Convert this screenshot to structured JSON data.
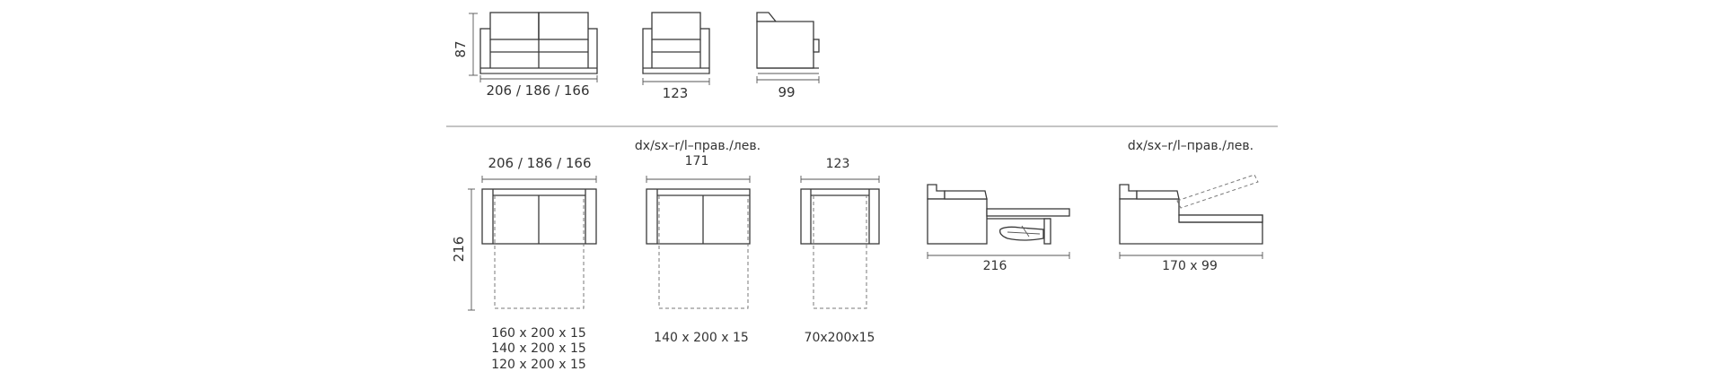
{
  "top_views": {
    "sofa_height": "87",
    "sofa_widths": "206 / 186 / 166",
    "armchair_width": "123",
    "side_depth": "99"
  },
  "plan_views": {
    "sofa_widths": "206 / 186 / 166",
    "sofa_length": "216",
    "sofa_mattresses": [
      "160 x 200 x 15",
      "140 x 200 x 15",
      "120 x 200 x 15"
    ],
    "corner_orientation": "dx/sx–r/l–прав./лев.",
    "corner_width": "171",
    "corner_mattress": "140 x 200 x 15",
    "armchair_width": "123",
    "armchair_mattress": "70x200x15",
    "bed_side_length": "216",
    "chaise_orientation": "dx/sx–r/l–прав./лев.",
    "chaise_size": "170 x 99"
  },
  "colors": {
    "line": "#3a3a3a",
    "dashed": "#7a7a7a",
    "separator": "#8a8a8a"
  }
}
